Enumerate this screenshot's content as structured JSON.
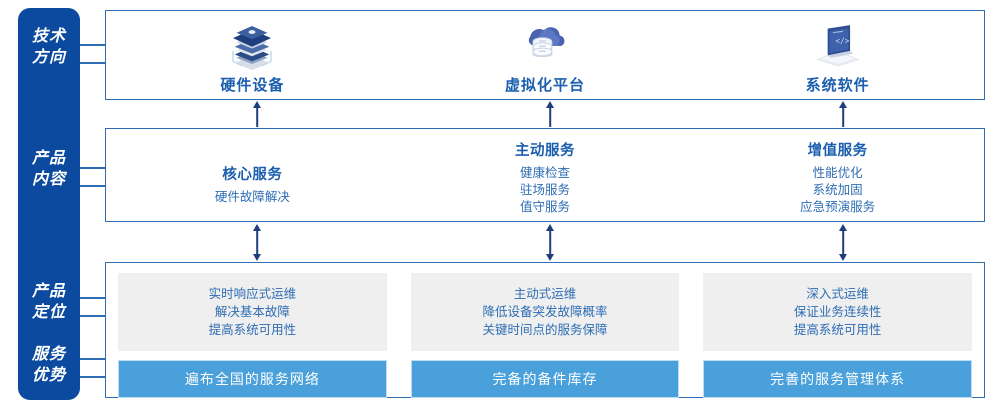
{
  "sidebar": {
    "labels": [
      {
        "name": "tech-direction",
        "line1": "技术",
        "line2": "方向"
      },
      {
        "name": "product-content",
        "line1": "产品",
        "line2": "内容"
      },
      {
        "name": "product-positioning",
        "line1": "产品",
        "line2": "定位"
      },
      {
        "name": "service-advantage",
        "line1": "服务",
        "line2": "优势"
      }
    ],
    "color": "#0B4A9E"
  },
  "tech_row": {
    "items": [
      {
        "icon": "server-stack-icon",
        "label": "硬件设备"
      },
      {
        "icon": "cloud-database-icon",
        "label": "虚拟化平台"
      },
      {
        "icon": "laptop-code-icon",
        "label": "系统软件"
      }
    ]
  },
  "content_row": {
    "items": [
      {
        "title": "核心服务",
        "details": [
          "硬件故障解决"
        ]
      },
      {
        "title": "主动服务",
        "details": [
          "健康检查",
          "驻场服务",
          "值守服务"
        ]
      },
      {
        "title": "增值服务",
        "details": [
          "性能优化",
          "系统加固",
          "应急预演服务"
        ]
      }
    ]
  },
  "position_row": {
    "items": [
      {
        "lines": [
          "实时响应式运维",
          "解决基本故障",
          "提高系统可用性"
        ],
        "advantage": "遍布全国的服务网络"
      },
      {
        "lines": [
          "主动式运维",
          "降低设备突发故障概率",
          "关键时间点的服务保障"
        ],
        "advantage": "完备的备件库存"
      },
      {
        "lines": [
          "深入式运维",
          "保证业务连续性",
          "提高系统可用性"
        ],
        "advantage": "完善的服务管理体系"
      }
    ]
  },
  "colors": {
    "sidebar_blue": "#0B4A9E",
    "border_blue": "#2E6DB4",
    "text_blue": "#1B5FAE",
    "button_blue": "#49A0DA",
    "panel_gray": "#EFEFEF",
    "arrow_navy": "#1F3E7C"
  }
}
